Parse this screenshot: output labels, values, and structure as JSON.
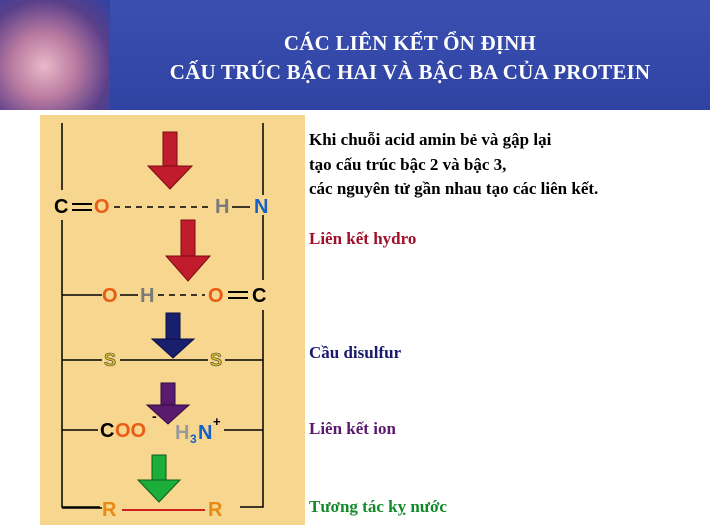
{
  "header": {
    "title_line1": "CÁC LIÊN KẾT ỔN ĐỊNH",
    "title_line2": "CẤU TRÚC BẬC HAI VÀ BẬC BA CỦA PROTEIN"
  },
  "description": [
    "Khi chuỗi acid amin bẻ và gập lại",
    "tạo cấu trúc bậc 2 và bậc 3,",
    "các nguyên tử gần nhau tạo các liên kết."
  ],
  "bonds": [
    {
      "label": "Liên kết hydro",
      "color": "#a0102a"
    },
    {
      "label": "Cầu disulfur",
      "color": "#1a1a6e"
    },
    {
      "label": "Liên kết ion",
      "color": "#5a1a6e"
    },
    {
      "label": "Tương tác kỵ nước",
      "color": "#128a2a"
    }
  ],
  "diagram": {
    "row1": {
      "left": "C",
      "o": "O",
      "h": "H",
      "n": "N"
    },
    "row2": {
      "o": "O",
      "h": "H",
      "o2": "O",
      "c": "C"
    },
    "row3": {
      "s1": "S",
      "s2": "S"
    },
    "row4": {
      "c": "C",
      "oo": "OO",
      "minus": "-",
      "h": "H",
      "sub3": "3",
      "n": "N",
      "plus": "+"
    },
    "row5": {
      "r1": "R",
      "r2": "R"
    }
  }
}
